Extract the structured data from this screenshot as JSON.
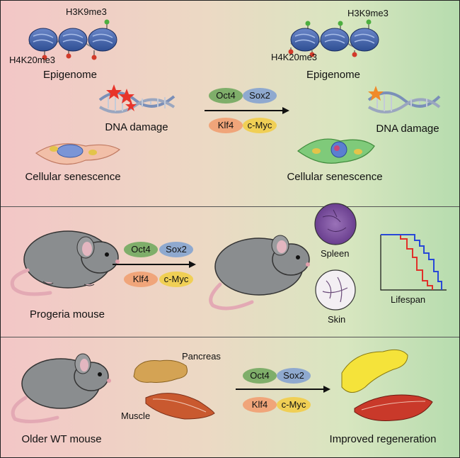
{
  "panel1": {
    "left": {
      "h3k9": "H3K9me3",
      "h4k20": "H4K20me3",
      "epigenome": "Epigenome",
      "dna_damage": "DNA damage",
      "senescence": "Cellular senescence"
    },
    "right": {
      "h3k9": "H3K9me3",
      "h4k20": "H4K20me3",
      "epigenome": "Epigenome",
      "dna_damage": "DNA damage",
      "senescence": "Cellular senescence"
    }
  },
  "factors": {
    "oct4": "Oct4",
    "sox2": "Sox2",
    "klf4": "Klf4",
    "cmyc": "c-Myc"
  },
  "panel2": {
    "mouse_label": "Progeria mouse",
    "spleen": "Spleen",
    "skin": "Skin",
    "lifespan": "Lifespan"
  },
  "panel3": {
    "mouse_label": "Older WT mouse",
    "pancreas": "Pancreas",
    "muscle": "Muscle",
    "result": "Improved regeneration"
  },
  "colors": {
    "oct4": "#7fae6a",
    "sox2": "#8fa9cf",
    "klf4": "#f0a57a",
    "cmyc": "#f0cf55",
    "lifespan_red": "#e0302a",
    "lifespan_blue": "#2848d8"
  }
}
